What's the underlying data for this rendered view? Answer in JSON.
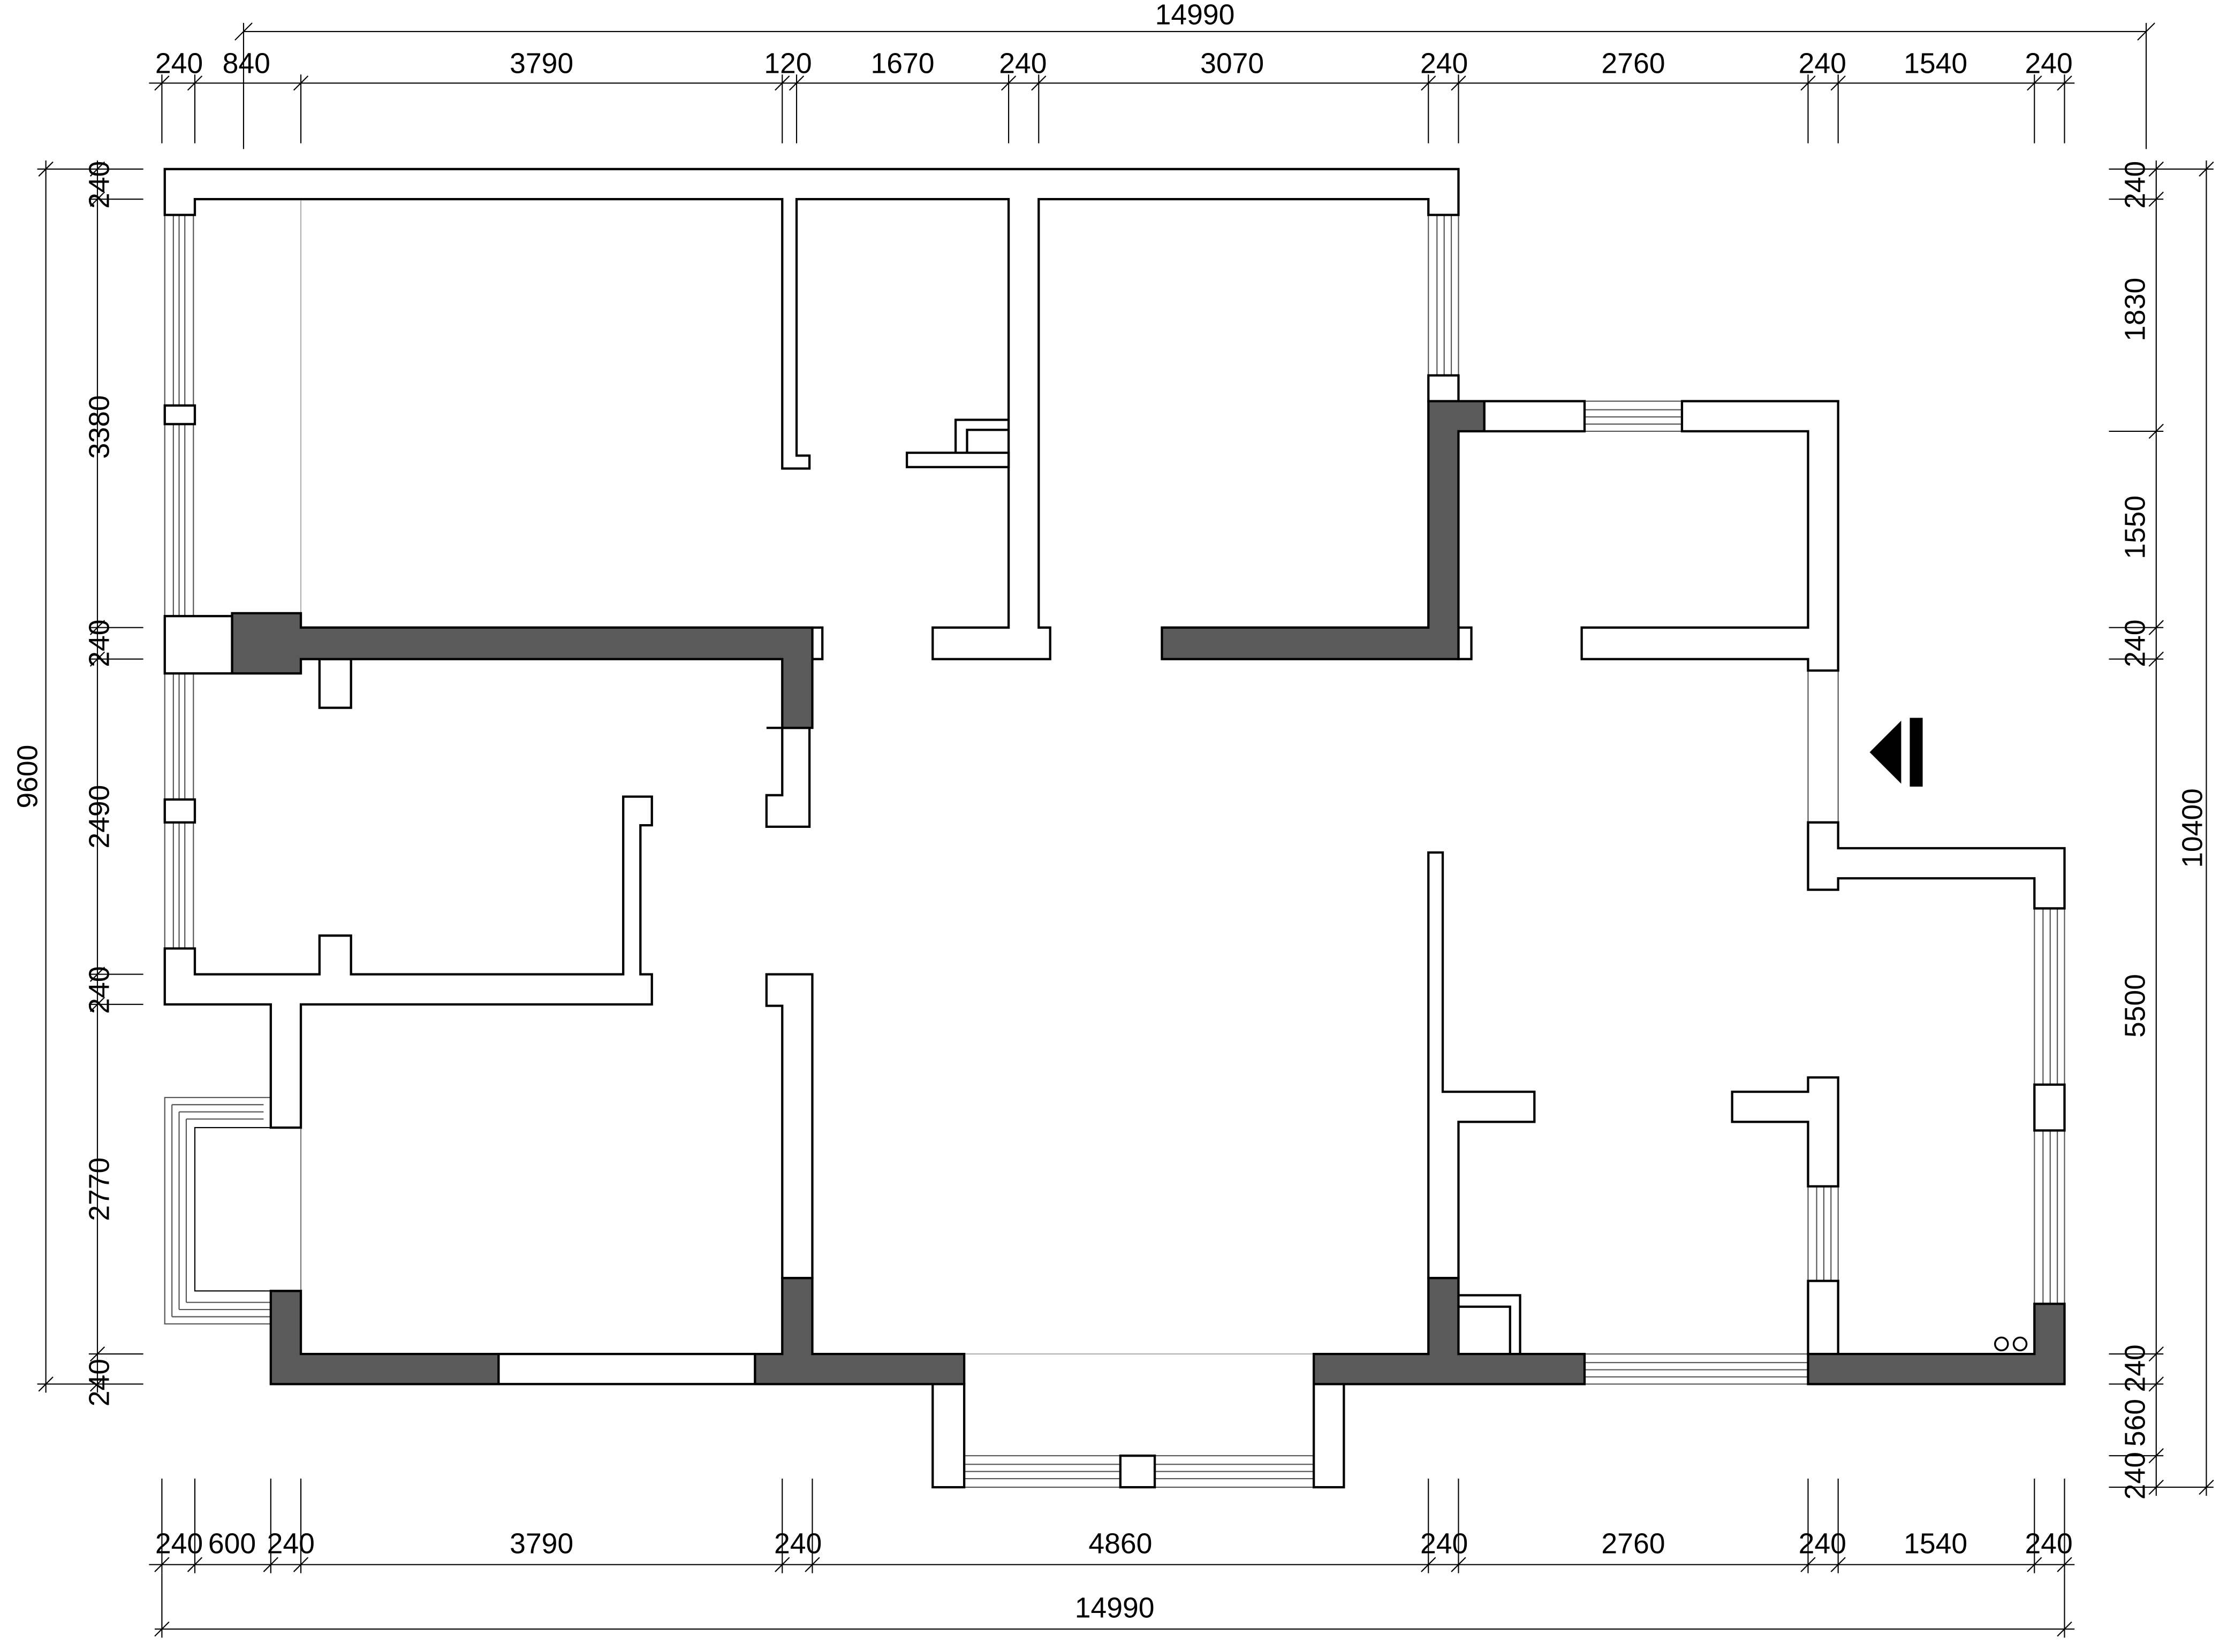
{
  "colors": {
    "background": "#ffffff",
    "line": "#000000",
    "wall_new": "#5a5a5a",
    "wall_outline": "#000000",
    "window_line": "#555555"
  },
  "dimensions": {
    "top_total": "14990",
    "top": [
      "240",
      "840",
      "3790",
      "120",
      "1670",
      "240",
      "3070",
      "240",
      "2760",
      "240",
      "1540",
      "240"
    ],
    "bottom": [
      "240",
      "600",
      "240",
      "3790",
      "240",
      "4860",
      "240",
      "2760",
      "240",
      "1540",
      "240"
    ],
    "bottom_total": "14990",
    "left_total": "9600",
    "left": [
      "240",
      "3380",
      "240",
      "2490",
      "240",
      "2770",
      "240"
    ],
    "right_total": "10400",
    "right": [
      "240",
      "1830",
      "1550",
      "240",
      "5500",
      "240",
      "560",
      "240"
    ]
  },
  "icons": {
    "entrance": "entrance-arrow-icon",
    "meter": "gas-meter-icon"
  }
}
